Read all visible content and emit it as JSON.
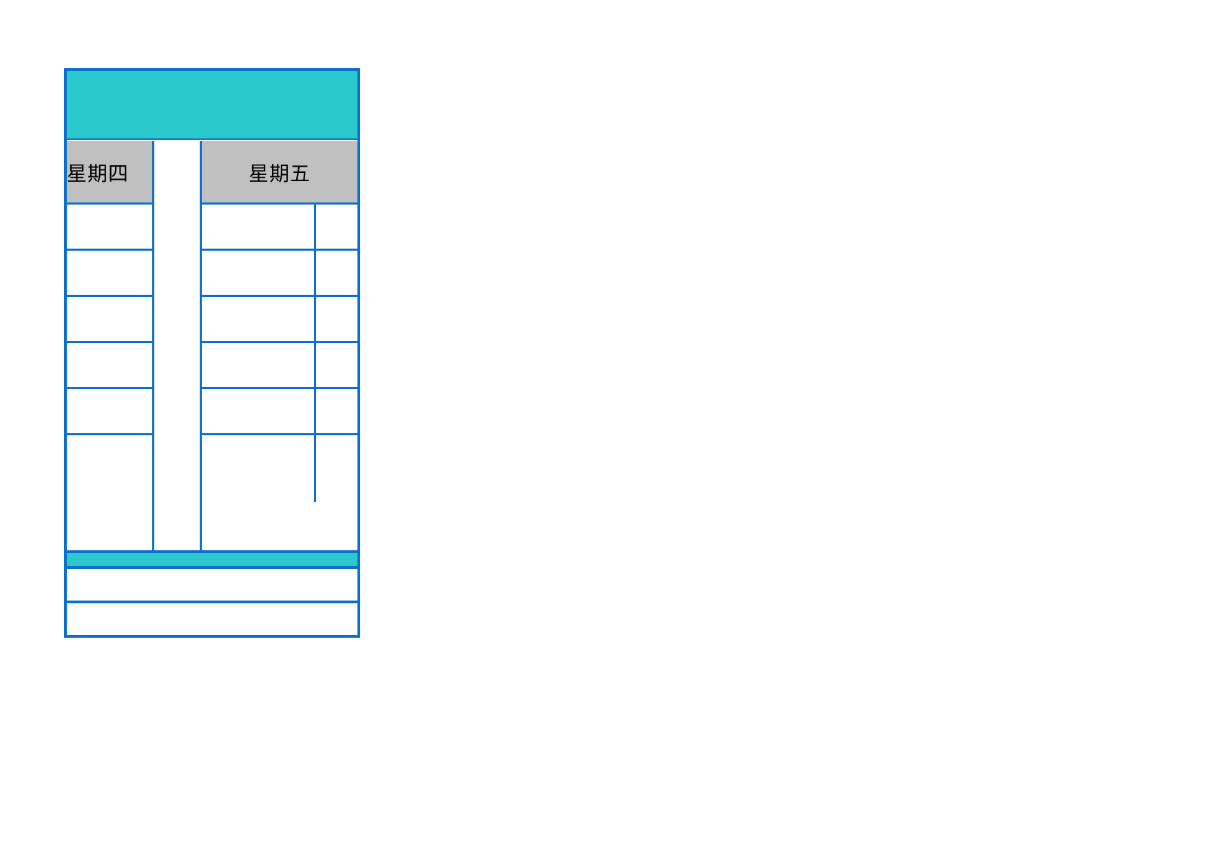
{
  "sheet": {
    "banner_text": "",
    "day_headers": [
      {
        "name": "thursday",
        "label": "星期四",
        "clipped": true
      },
      {
        "name": "spacer",
        "label": "",
        "clipped": false
      },
      {
        "name": "friday",
        "label": "星期五",
        "clipped": false
      }
    ],
    "left_column_cells": [
      "",
      "",
      "",
      "",
      "",
      ""
    ],
    "gutter_column_cells": [
      "",
      "",
      "",
      "",
      "",
      ""
    ],
    "right_column_cells": [
      {
        "a": "",
        "b": ""
      },
      {
        "a": "",
        "b": ""
      },
      {
        "a": "",
        "b": ""
      },
      {
        "a": "",
        "b": ""
      },
      {
        "a": "",
        "b": ""
      },
      {
        "a": "",
        "b": ""
      }
    ],
    "footer_band_text": "",
    "note_lines": [
      "",
      "",
      "",
      ""
    ],
    "colors": {
      "grid_line": "#0b6fcb",
      "banner_fill": "#2bc9cc",
      "header_fill": "#c0c0c0",
      "cell_fill": "#ffffff",
      "page_background": "#ffffff"
    }
  }
}
